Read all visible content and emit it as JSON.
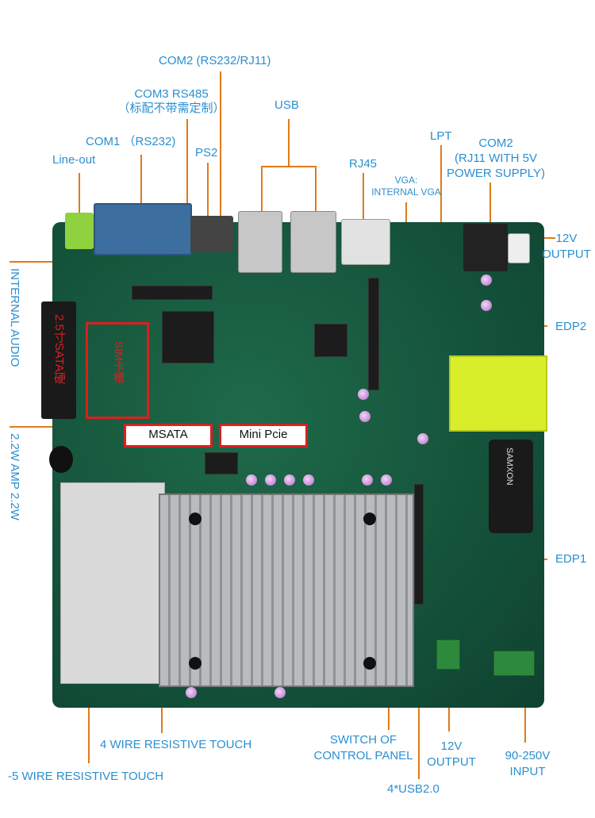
{
  "labels": {
    "com2_top": "COM2 (RS232/RJ11)",
    "com3_line1": "COM3 RS485",
    "com3_line2": "（标配不带需定制）",
    "usb": "USB",
    "com1": "COM1 （RS232)",
    "ps2": "PS2",
    "line_out": "Line-out",
    "rj45": "RJ45",
    "vga_line1": "VGA:",
    "vga_line2": "INTERNAL VGA",
    "lpt": "LPT",
    "com2_right_line1": "COM2",
    "com2_right_line2": "(RJ11 WITH 5V",
    "com2_right_line3": "POWER SUPPLY)",
    "out12v_right_line1": "12V",
    "out12v_right_line2": "OUTPUT",
    "internal_audio": "INTERNAL AUDIO",
    "edp2": "EDP2",
    "amp": "2.2W  AMP 2.2W",
    "edp1": "EDP1",
    "touch4": "4 WIRE RESISTIVE TOUCH",
    "touch5": "-5 WIRE RESISTIVE TOUCH",
    "switch_line1": "SWITCH OF",
    "switch_line2": "CONTROL PANEL",
    "out12v_bottom_line1": "12V",
    "out12v_bottom_line2": "OUTPUT",
    "usb20": "4*USB2.0",
    "input_line1": "90-250V",
    "input_line2": "INPUT"
  },
  "board_marks": {
    "sata": "2.5寸SATA硬",
    "sim": "SIM卡槽",
    "msata": "MSATA",
    "minipcie": "Mini Pcie",
    "capacitor_brand": "SAMXON"
  },
  "colors": {
    "label": "#2b8fd0",
    "leader_line": "#e07b1a",
    "pcb": "#14523a",
    "highlight": "#d92020"
  }
}
